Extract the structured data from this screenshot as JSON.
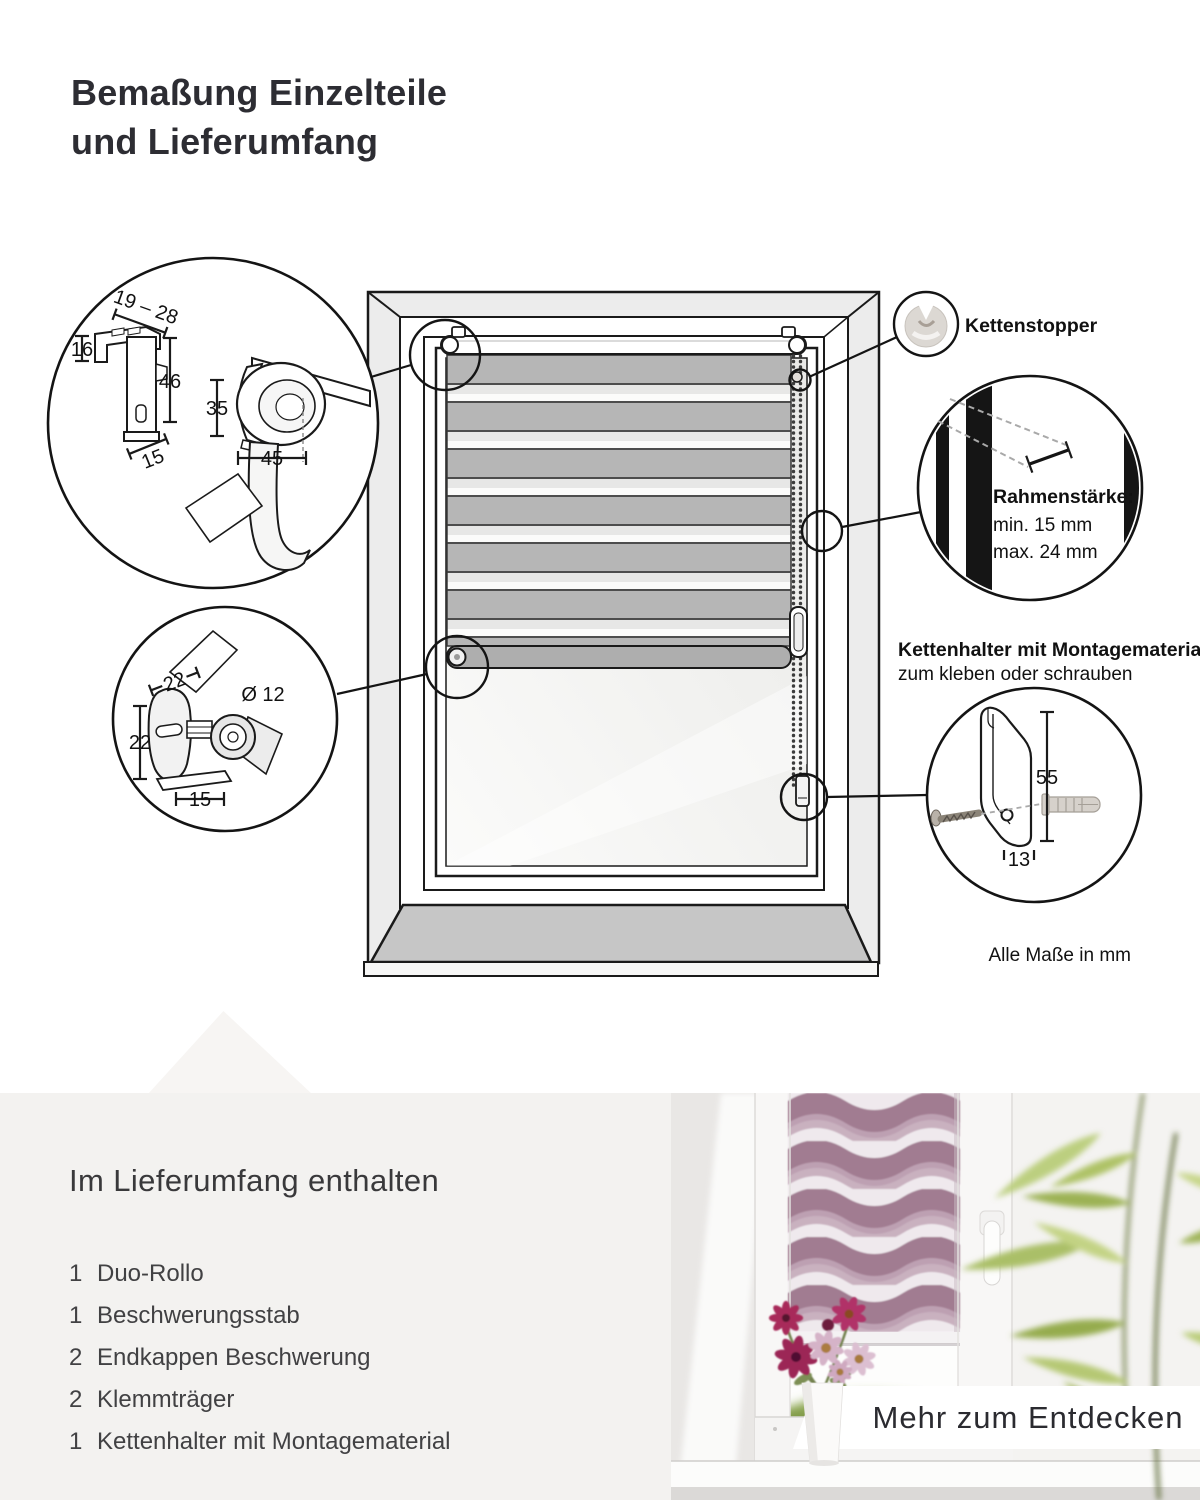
{
  "page": {
    "title_line1": "Bemaßung Einzelteile",
    "title_line2": "und Lieferumfang"
  },
  "diagram": {
    "klemmtraeger": {
      "width_range": "19 – 28",
      "depth": "16",
      "height": "46",
      "foot_width": "15"
    },
    "mechanism": {
      "height": "35",
      "width": "45"
    },
    "kettenstopper_label": "Kettenstopper",
    "rahmenstaerke": {
      "title": "Rahmenstärke:",
      "min": "min. 15 mm",
      "max": "max. 24 mm"
    },
    "kettenhalter": {
      "title": "Kettenhalter mit Montagematerial",
      "subtitle": "zum kleben oder schrauben",
      "height": "55",
      "width": "13"
    },
    "endkappe": {
      "top_width": "22",
      "diameter": "Ø 12",
      "height": "22",
      "foot_width": "15"
    },
    "units_note": "Alle Maße in mm"
  },
  "delivery": {
    "heading": "Im Lieferumfang enthalten",
    "items": [
      {
        "qty": "1",
        "label": "Duo-Rollo"
      },
      {
        "qty": "1",
        "label": "Beschwerungsstab"
      },
      {
        "qty": "2",
        "label": "Endkappen Beschwerung"
      },
      {
        "qty": "2",
        "label": "Klemmträger"
      },
      {
        "qty": "1",
        "label": "Kettenhalter mit Montagematerial"
      }
    ]
  },
  "promo": {
    "banner_label": "Mehr zum Entdecken"
  },
  "colors": {
    "line": "#1a1a1a",
    "section_bg": "#f3f2f0",
    "blind_wave": "#9a7389",
    "blind_stripe": "#b6b6b6"
  }
}
